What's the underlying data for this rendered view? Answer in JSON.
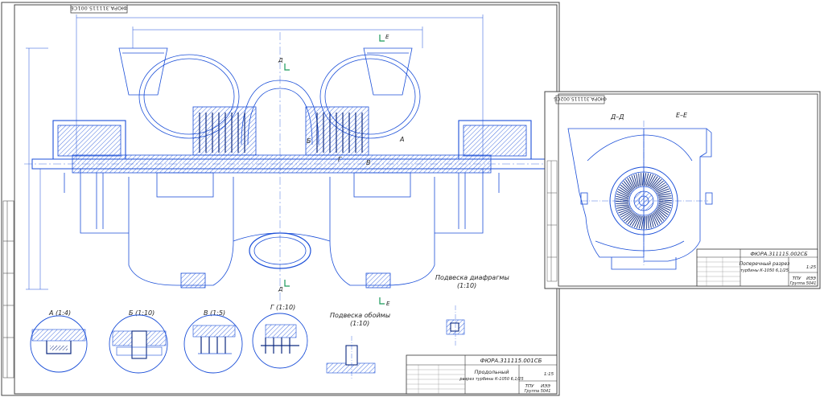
{
  "sheet1": {
    "stamp_code": "ФЮРА.311115.001СБ",
    "section_marks": {
      "d_top": "Д",
      "e_top": "Е",
      "d_bottom": "Д",
      "e_bottom": "Е"
    },
    "callouts": {
      "a": "А",
      "b": "Б",
      "v": "В",
      "g": "Г"
    },
    "detail_views": [
      {
        "label": "А (1:4)"
      },
      {
        "label": "Б (1:10)"
      },
      {
        "label": "В (1:5)"
      },
      {
        "label": "Г (1:10)"
      }
    ],
    "suspension_shell": {
      "title": "Подвеска обоймы",
      "scale": "(1:10)"
    },
    "suspension_diaphragm": {
      "title": "Подвеска диафрагмы",
      "scale": "(1:10)"
    },
    "title_block": {
      "code": "ФЮРА.311115.001СБ",
      "name_line1": "Продольный",
      "name_line2": "разрез турбины К-1050 6,1/25",
      "scale": "1:15",
      "org": "ТПУ",
      "dept": "ИЭЭ",
      "group": "Группа 5041"
    }
  },
  "sheet2": {
    "stamp_code": "ФЮРА.311115.002СБ",
    "view_d": "Д–Д",
    "view_e": "Е–Е",
    "title_block": {
      "code": "ФЮРА.311115.002СБ",
      "name_line1": "Поперечный разрез",
      "name_line2": "турбины К-1050 6,1/25",
      "scale": "1:25",
      "org": "ТПУ",
      "dept": "ИЭЭ",
      "group": "Группа 5041"
    }
  },
  "colors": {
    "ink": "#1b4fd8",
    "frame": "#3a3a3a",
    "section_accent": "#1a9a5a"
  }
}
